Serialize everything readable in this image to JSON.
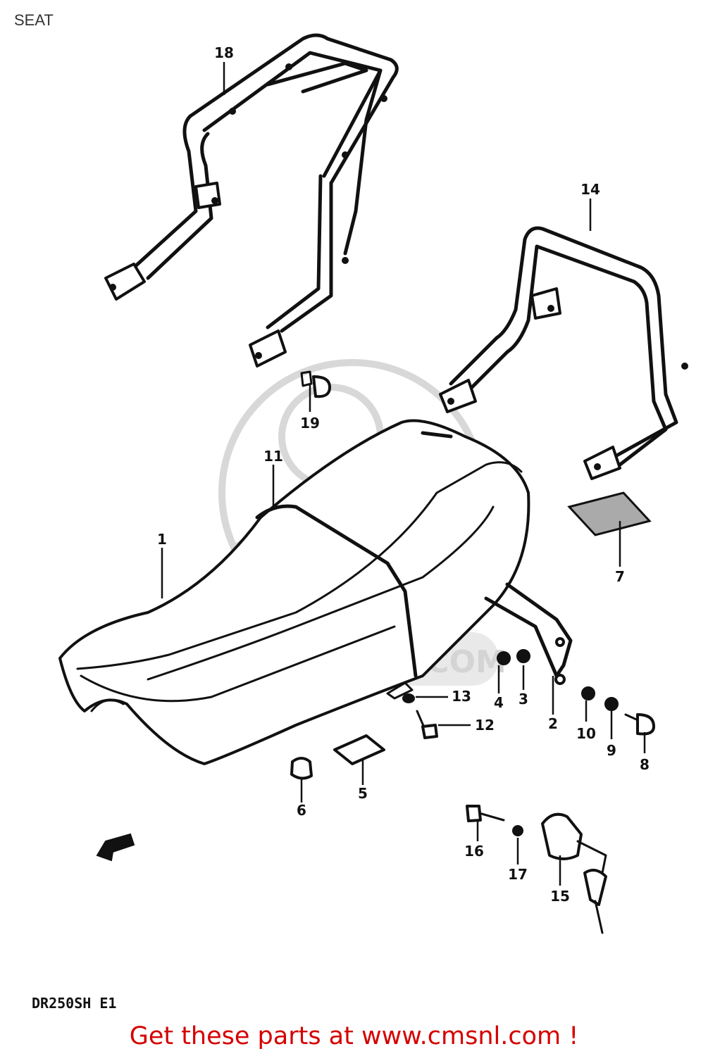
{
  "page": {
    "title": "SEAT"
  },
  "diagram": {
    "model_code": "DR250SH E1",
    "watermark": "WWW.CMSNL.COM",
    "callouts": [
      "1",
      "2",
      "3",
      "4",
      "5",
      "6",
      "7",
      "8",
      "9",
      "10",
      "11",
      "12",
      "13",
      "14",
      "15",
      "16",
      "17",
      "18",
      "19"
    ]
  },
  "footer": {
    "text": "Get these parts at www.cmsnl.com !"
  }
}
